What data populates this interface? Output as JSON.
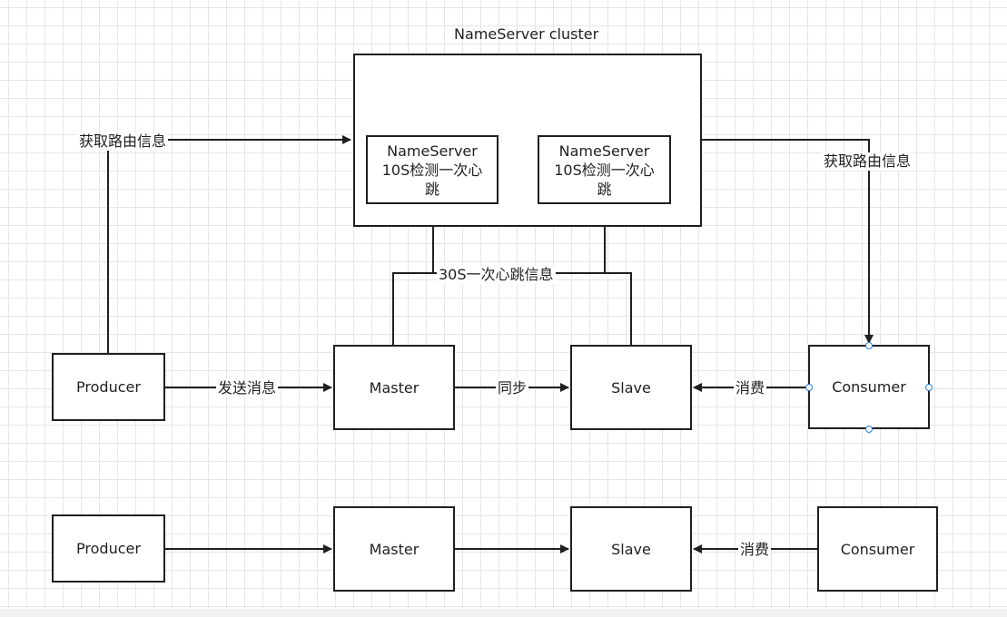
{
  "cluster": {
    "title": "NameServer cluster",
    "left_node": "NameServer\n10S检测一次心\n跳",
    "right_node": "NameServer\n10S检测一次心\n跳"
  },
  "top_row": {
    "producer": "Producer",
    "master": "Master",
    "slave": "Slave",
    "consumer": "Consumer"
  },
  "bottom_row": {
    "producer": "Producer",
    "master": "Master",
    "slave": "Slave",
    "consumer": "Consumer"
  },
  "edge_labels": {
    "producer_route": "获取路由信息",
    "consumer_route": "获取路由信息",
    "heartbeat": "30S一次心跳信息",
    "send": "发送消息",
    "sync": "同步",
    "consume_top": "消费",
    "consume_bottom": "消费"
  },
  "colors": {
    "stroke": "#1f1f1f",
    "grid": "#e6e6e6",
    "selection_handle": "#2a7de1"
  }
}
